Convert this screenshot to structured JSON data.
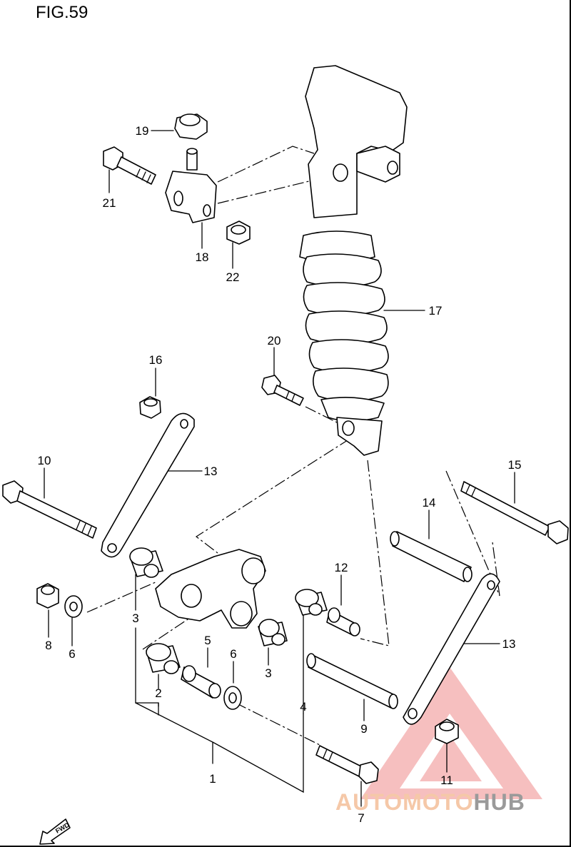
{
  "figure": {
    "title": "FIG.59"
  },
  "callouts": [
    {
      "id": "1",
      "label": "1"
    },
    {
      "id": "2",
      "label": "2"
    },
    {
      "id": "3a",
      "label": "3"
    },
    {
      "id": "3b",
      "label": "3"
    },
    {
      "id": "4",
      "label": "4"
    },
    {
      "id": "5",
      "label": "5"
    },
    {
      "id": "6a",
      "label": "6"
    },
    {
      "id": "6b",
      "label": "6"
    },
    {
      "id": "7",
      "label": "7"
    },
    {
      "id": "8",
      "label": "8"
    },
    {
      "id": "9",
      "label": "9"
    },
    {
      "id": "10",
      "label": "10"
    },
    {
      "id": "11",
      "label": "11"
    },
    {
      "id": "12",
      "label": "12"
    },
    {
      "id": "13a",
      "label": "13"
    },
    {
      "id": "13b",
      "label": "13"
    },
    {
      "id": "14",
      "label": "14"
    },
    {
      "id": "15",
      "label": "15"
    },
    {
      "id": "16",
      "label": "16"
    },
    {
      "id": "17",
      "label": "17"
    },
    {
      "id": "18",
      "label": "18"
    },
    {
      "id": "19",
      "label": "19"
    },
    {
      "id": "20",
      "label": "20"
    },
    {
      "id": "21",
      "label": "21"
    },
    {
      "id": "22",
      "label": "22"
    }
  ],
  "fwd_arrow": {
    "label": "FWD"
  },
  "watermark": {
    "part1": "AUTOMOTO",
    "part2": "HUB",
    "color_main": "#f08c8c",
    "color_text": "#f5c8a8",
    "color_gray": "#9a9a9a"
  }
}
